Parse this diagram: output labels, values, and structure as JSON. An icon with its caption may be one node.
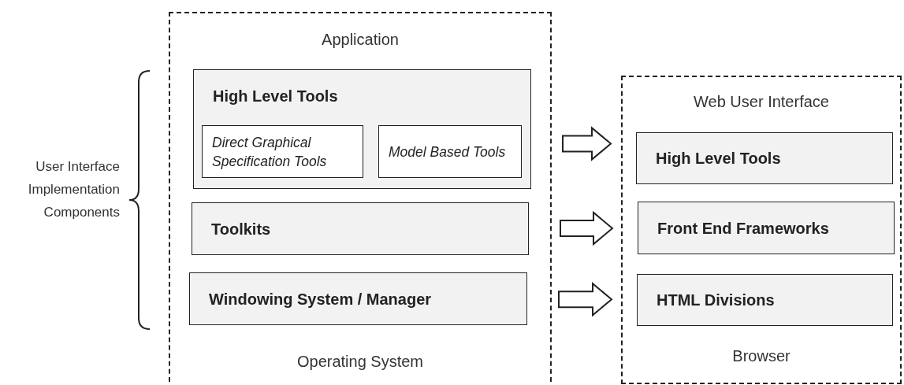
{
  "diagram": {
    "nodes": [
      {
        "text": [
          "Application",
          "Operating System"
        ]
      },
      {
        "text": [
          "High Level Tools"
        ],
        "in": 0
      },
      {
        "text": [
          "Direct Graphical Specification Tools"
        ],
        "in": 1
      },
      {
        "text": [
          "Model Based Tools"
        ],
        "in": 1
      },
      {
        "text": [
          "Toolkits"
        ],
        "in": 0
      },
      {
        "text": [
          "Windowing System / Manager"
        ],
        "in": 0
      },
      {
        "text": [
          "Web User Interface",
          "Browser"
        ]
      },
      {
        "text": [
          "High Level Tools"
        ],
        "in": 6
      },
      {
        "text": [
          "Front End Frameworks"
        ],
        "in": 6
      },
      {
        "text": [
          "HTML Divisions"
        ],
        "in": 6
      }
    ],
    "edges": [
      {
        "from": 1,
        "to": 7,
        "arrow": "to"
      },
      {
        "from": 4,
        "to": 8,
        "arrow": "to"
      },
      {
        "from": 5,
        "to": 9,
        "arrow": "to"
      }
    ],
    "labels": [
      "User Interface Implementation Components"
    ]
  }
}
